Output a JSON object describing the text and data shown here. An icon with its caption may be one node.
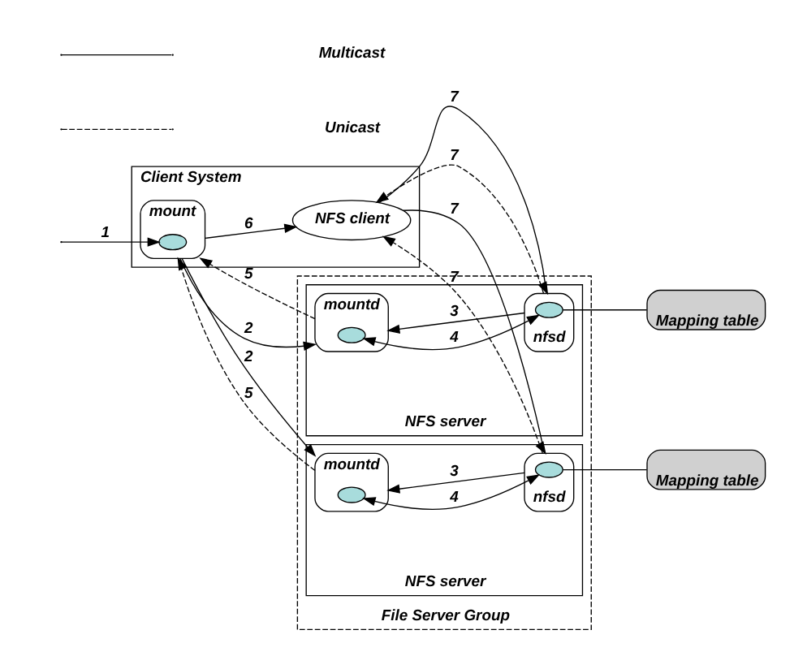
{
  "diagram": {
    "nodes": [
      {
        "text": [
          "Client System"
        ]
      },
      {
        "text": [
          "mount"
        ],
        "in": 0
      },
      {
        "text": [],
        "shape": "circle",
        "in": 1
      },
      {
        "text": [
          "NFS client"
        ],
        "in": 0
      },
      {
        "text": [
          "File Server Group"
        ]
      },
      {
        "text": [
          "NFS server"
        ],
        "in": 4
      },
      {
        "text": [
          "mountd"
        ],
        "in": 5
      },
      {
        "text": [],
        "shape": "circle",
        "in": 6
      },
      {
        "text": [
          "nfsd"
        ],
        "in": 5
      },
      {
        "text": [],
        "shape": "circle",
        "in": 8
      },
      {
        "text": [
          "Mapping table"
        ]
      },
      {
        "text": [
          "NFS server"
        ],
        "in": 4
      },
      {
        "text": [
          "mountd"
        ],
        "in": 11
      },
      {
        "text": [],
        "shape": "circle",
        "in": 12
      },
      {
        "text": [
          "nfsd"
        ],
        "in": 11
      },
      {
        "text": [],
        "shape": "circle",
        "in": 14
      },
      {
        "text": [
          "Mapping table"
        ]
      }
    ],
    "edges": [
      {
        "from": null,
        "to": 2,
        "arrow": "to",
        "label": "1"
      },
      {
        "from": 1,
        "to": 3,
        "arrow": "to",
        "label": "6"
      },
      {
        "from": 1,
        "to": 6,
        "arrow": "to",
        "label": "2"
      },
      {
        "from": 6,
        "to": 1,
        "arrow": "to",
        "label": "5",
        "style": "dashed"
      },
      {
        "from": 1,
        "to": 12,
        "arrow": "to",
        "label": "2"
      },
      {
        "from": 12,
        "to": 1,
        "arrow": "to",
        "label": "5",
        "style": "dashed"
      },
      {
        "from": 3,
        "to": 8,
        "arrow": "to",
        "label": "7"
      },
      {
        "from": 8,
        "to": 3,
        "arrow": "to",
        "label": "7",
        "style": "dashed"
      },
      {
        "from": 3,
        "to": 14,
        "arrow": "to",
        "label": "7"
      },
      {
        "from": 14,
        "to": 3,
        "arrow": "to",
        "label": "7",
        "style": "dashed"
      },
      {
        "from": 8,
        "to": 6,
        "arrow": "to",
        "label": "3"
      },
      {
        "from": 7,
        "to": 9,
        "arrow": "both",
        "label": "4"
      },
      {
        "from": 9,
        "to": 10,
        "arrow": "none"
      },
      {
        "from": 14,
        "to": 12,
        "arrow": "to",
        "label": "3"
      },
      {
        "from": 13,
        "to": 15,
        "arrow": "both",
        "label": "4"
      },
      {
        "from": 15,
        "to": 16,
        "arrow": "none"
      }
    ],
    "legend": [
      {
        "text": "Multicast"
      },
      {
        "text": "Unicast"
      }
    ]
  }
}
